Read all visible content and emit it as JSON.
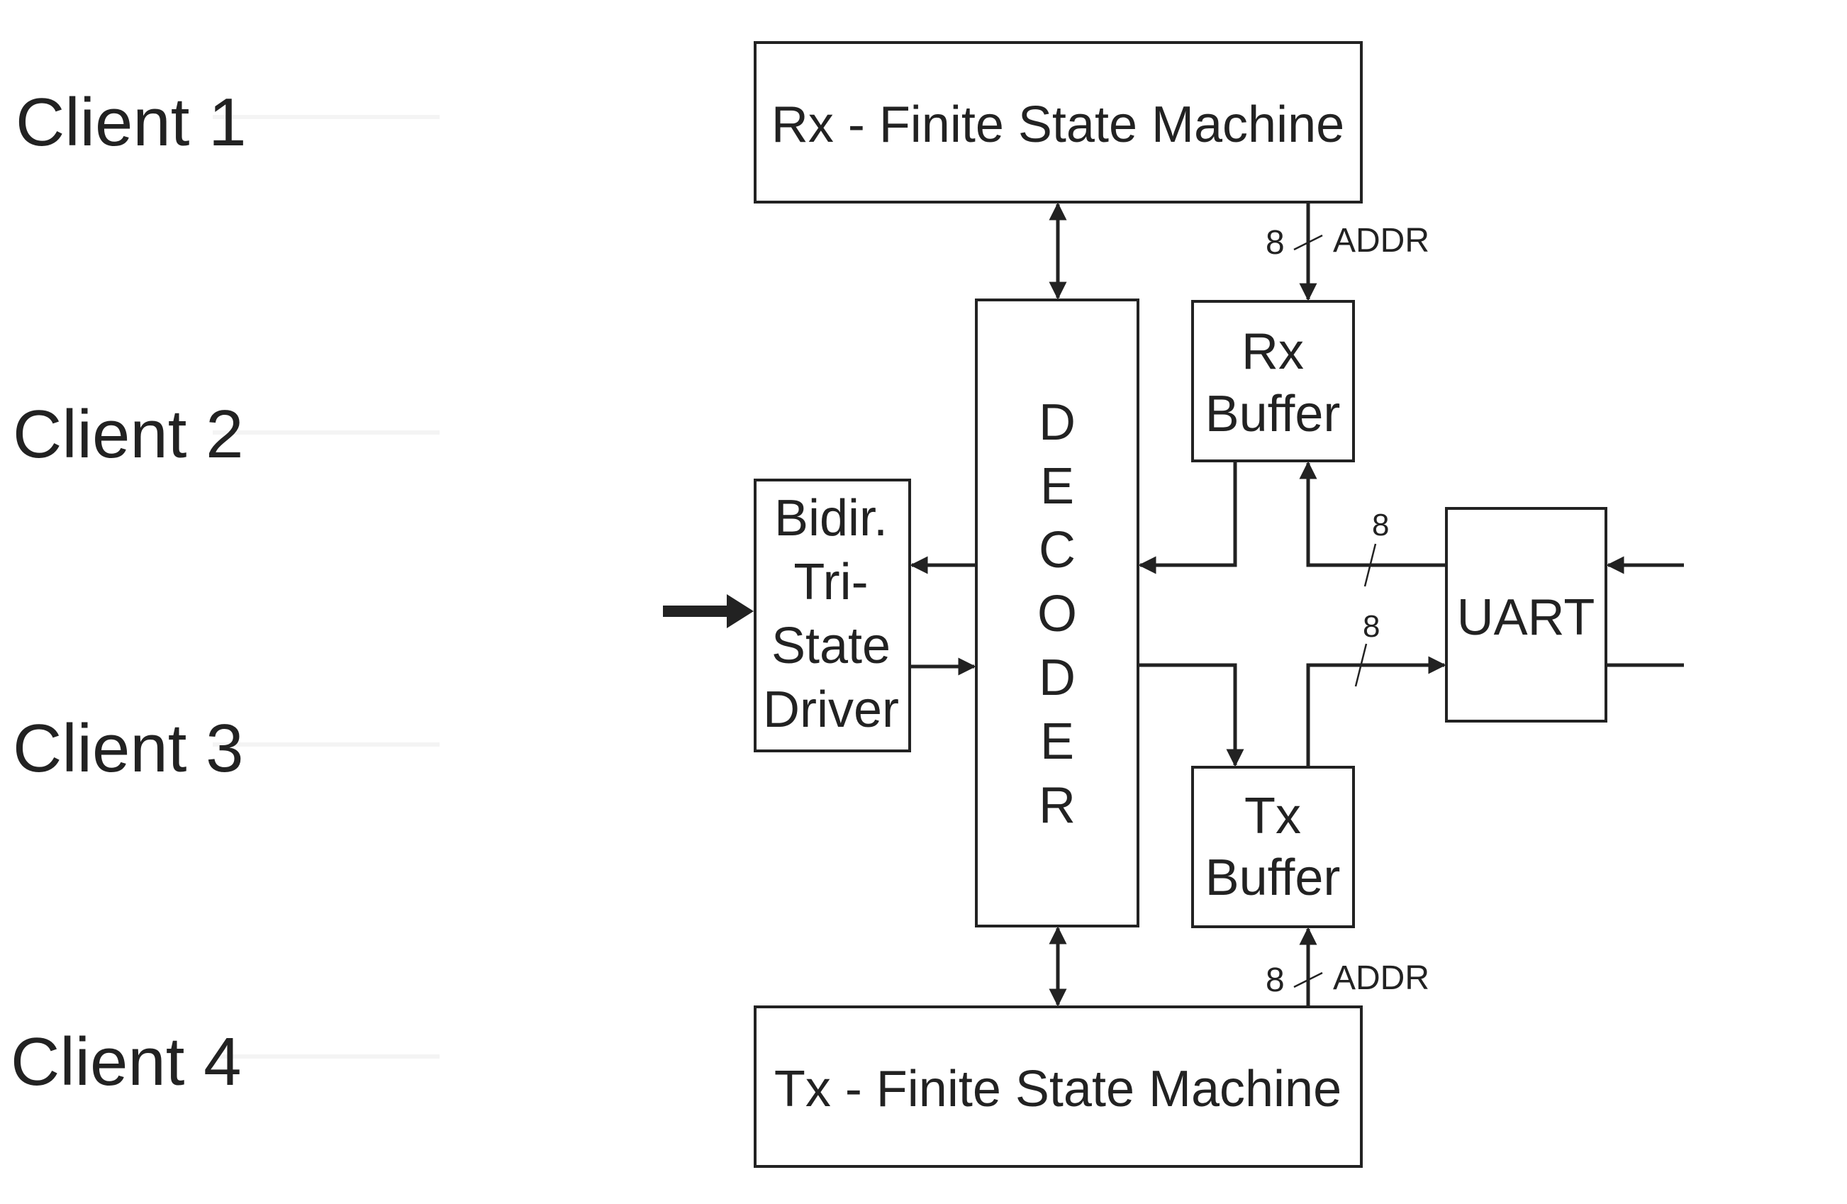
{
  "clients": [
    "Client 1",
    "Client 2",
    "Client 3",
    "Client 4"
  ],
  "rx_fsm": {
    "label": "Rx - Finite State Machine"
  },
  "tx_fsm": {
    "label": "Tx - Finite State Machine"
  },
  "decoder": {
    "letters": [
      "D",
      "E",
      "C",
      "O",
      "D",
      "E",
      "R"
    ]
  },
  "rx_buffer": {
    "line1": "Rx",
    "line2": "Buffer"
  },
  "tx_buffer": {
    "line1": "Tx",
    "line2": "Buffer"
  },
  "bidir_driver": {
    "lines": [
      "Bidir.",
      "Tri-",
      "State",
      "Driver"
    ]
  },
  "uart": {
    "label": "UART"
  },
  "buses": {
    "rx_addr": {
      "width": "8",
      "label": "ADDR"
    },
    "tx_addr": {
      "width": "8",
      "label": "ADDR"
    },
    "uart_to_rx": {
      "width": "8"
    },
    "tx_to_uart": {
      "width": "8"
    }
  },
  "colors": {
    "line": "#222222",
    "background": "#ffffff"
  }
}
